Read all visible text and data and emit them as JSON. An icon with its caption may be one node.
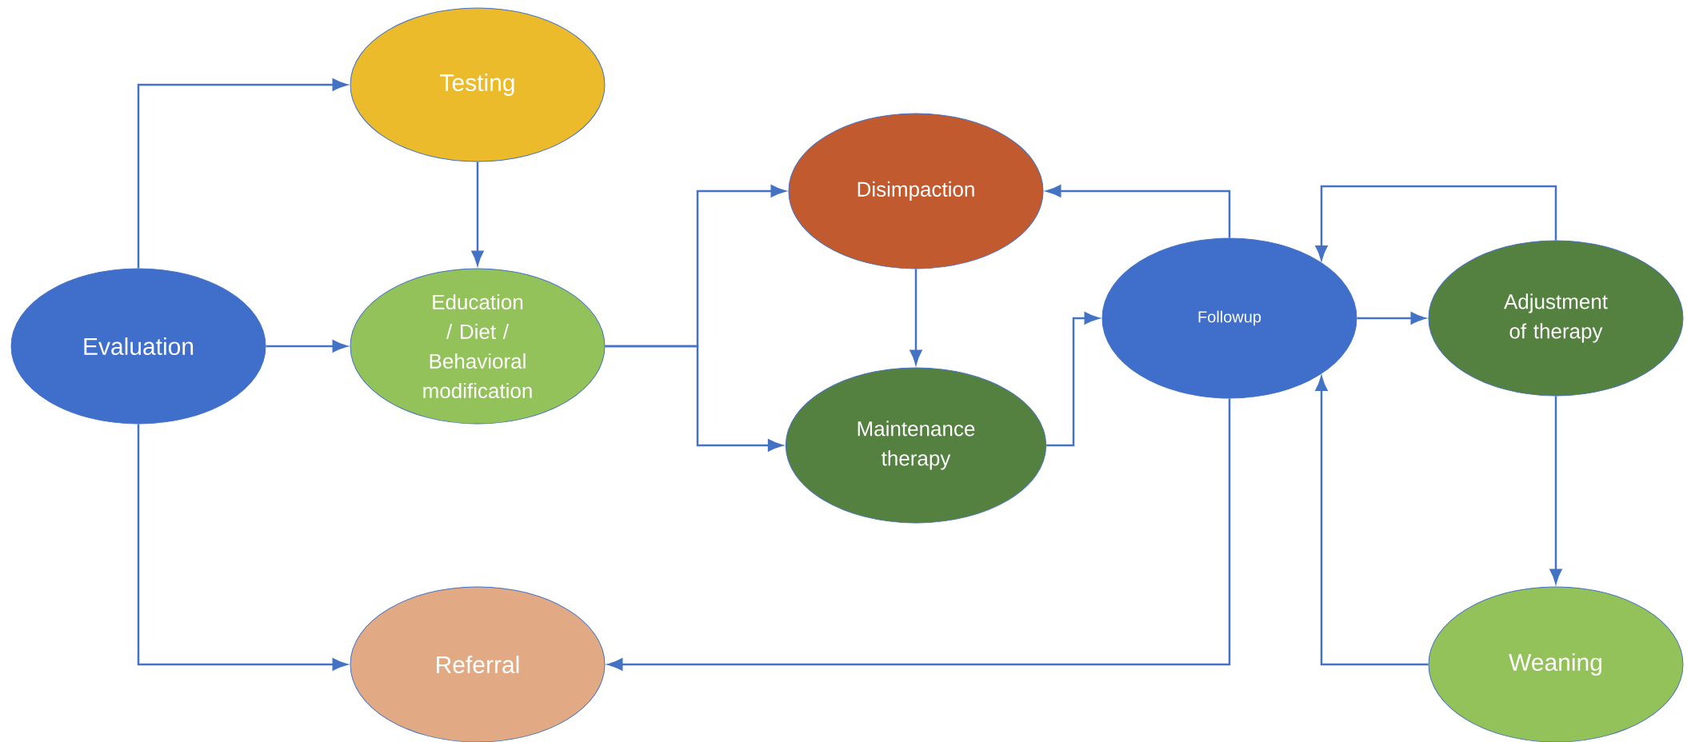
{
  "diagram": {
    "nodes": [
      {
        "text": [
          "Evaluation"
        ]
      },
      {
        "text": [
          "Testing"
        ]
      },
      {
        "text": [
          "Education / Diet / Behavioral modification"
        ]
      },
      {
        "text": [
          "Referral"
        ]
      },
      {
        "text": [
          "Disimpaction"
        ]
      },
      {
        "text": [
          "Maintenance therapy"
        ]
      },
      {
        "text": [
          "Followup"
        ]
      },
      {
        "text": [
          "Adjustment of therapy"
        ]
      },
      {
        "text": [
          "Weaning"
        ]
      }
    ],
    "edges": [
      {
        "from": 0,
        "to": 1,
        "arrow": "to"
      },
      {
        "from": 1,
        "to": 2,
        "arrow": "to"
      },
      {
        "from": 0,
        "to": 2,
        "arrow": "to"
      },
      {
        "from": 0,
        "to": 3,
        "arrow": "to"
      },
      {
        "from": 2,
        "to": 4,
        "arrow": "to"
      },
      {
        "from": 2,
        "to": 5,
        "arrow": "to"
      },
      {
        "from": 4,
        "to": 5,
        "arrow": "to"
      },
      {
        "from": 5,
        "to": 6,
        "arrow": "to"
      },
      {
        "from": 6,
        "to": 4,
        "arrow": "to"
      },
      {
        "from": 6,
        "to": 7,
        "arrow": "to"
      },
      {
        "from": 7,
        "to": 6,
        "arrow": "to"
      },
      {
        "from": 7,
        "to": 8,
        "arrow": "to"
      },
      {
        "from": 8,
        "to": 6,
        "arrow": "to"
      },
      {
        "from": 6,
        "to": 3,
        "arrow": "to"
      }
    ]
  }
}
